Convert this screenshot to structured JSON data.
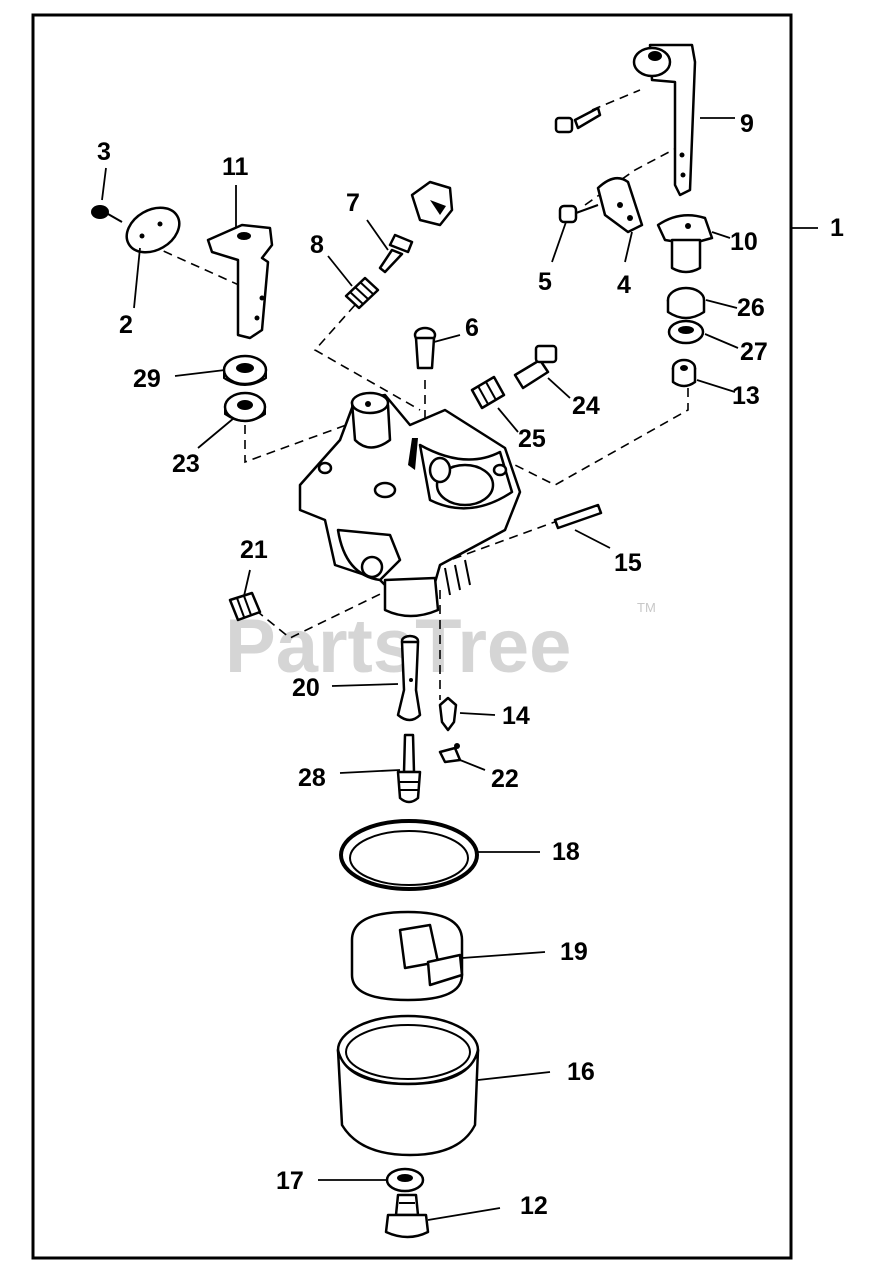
{
  "watermark": {
    "text": "PartsTree",
    "trademark": "TM"
  },
  "callouts": {
    "c1": "1",
    "c2": "2",
    "c3": "3",
    "c4": "4",
    "c5": "5",
    "c6": "6",
    "c7": "7",
    "c8": "8",
    "c9": "9",
    "c10": "10",
    "c11": "11",
    "c12": "12",
    "c13": "13",
    "c14": "14",
    "c15": "15",
    "c16": "16",
    "c17": "17",
    "c18": "18",
    "c19": "19",
    "c20": "20",
    "c21": "21",
    "c22": "22",
    "c23": "23",
    "c24": "24",
    "c25": "25",
    "c26": "26",
    "c27": "27",
    "c28": "28",
    "c29": "29"
  }
}
